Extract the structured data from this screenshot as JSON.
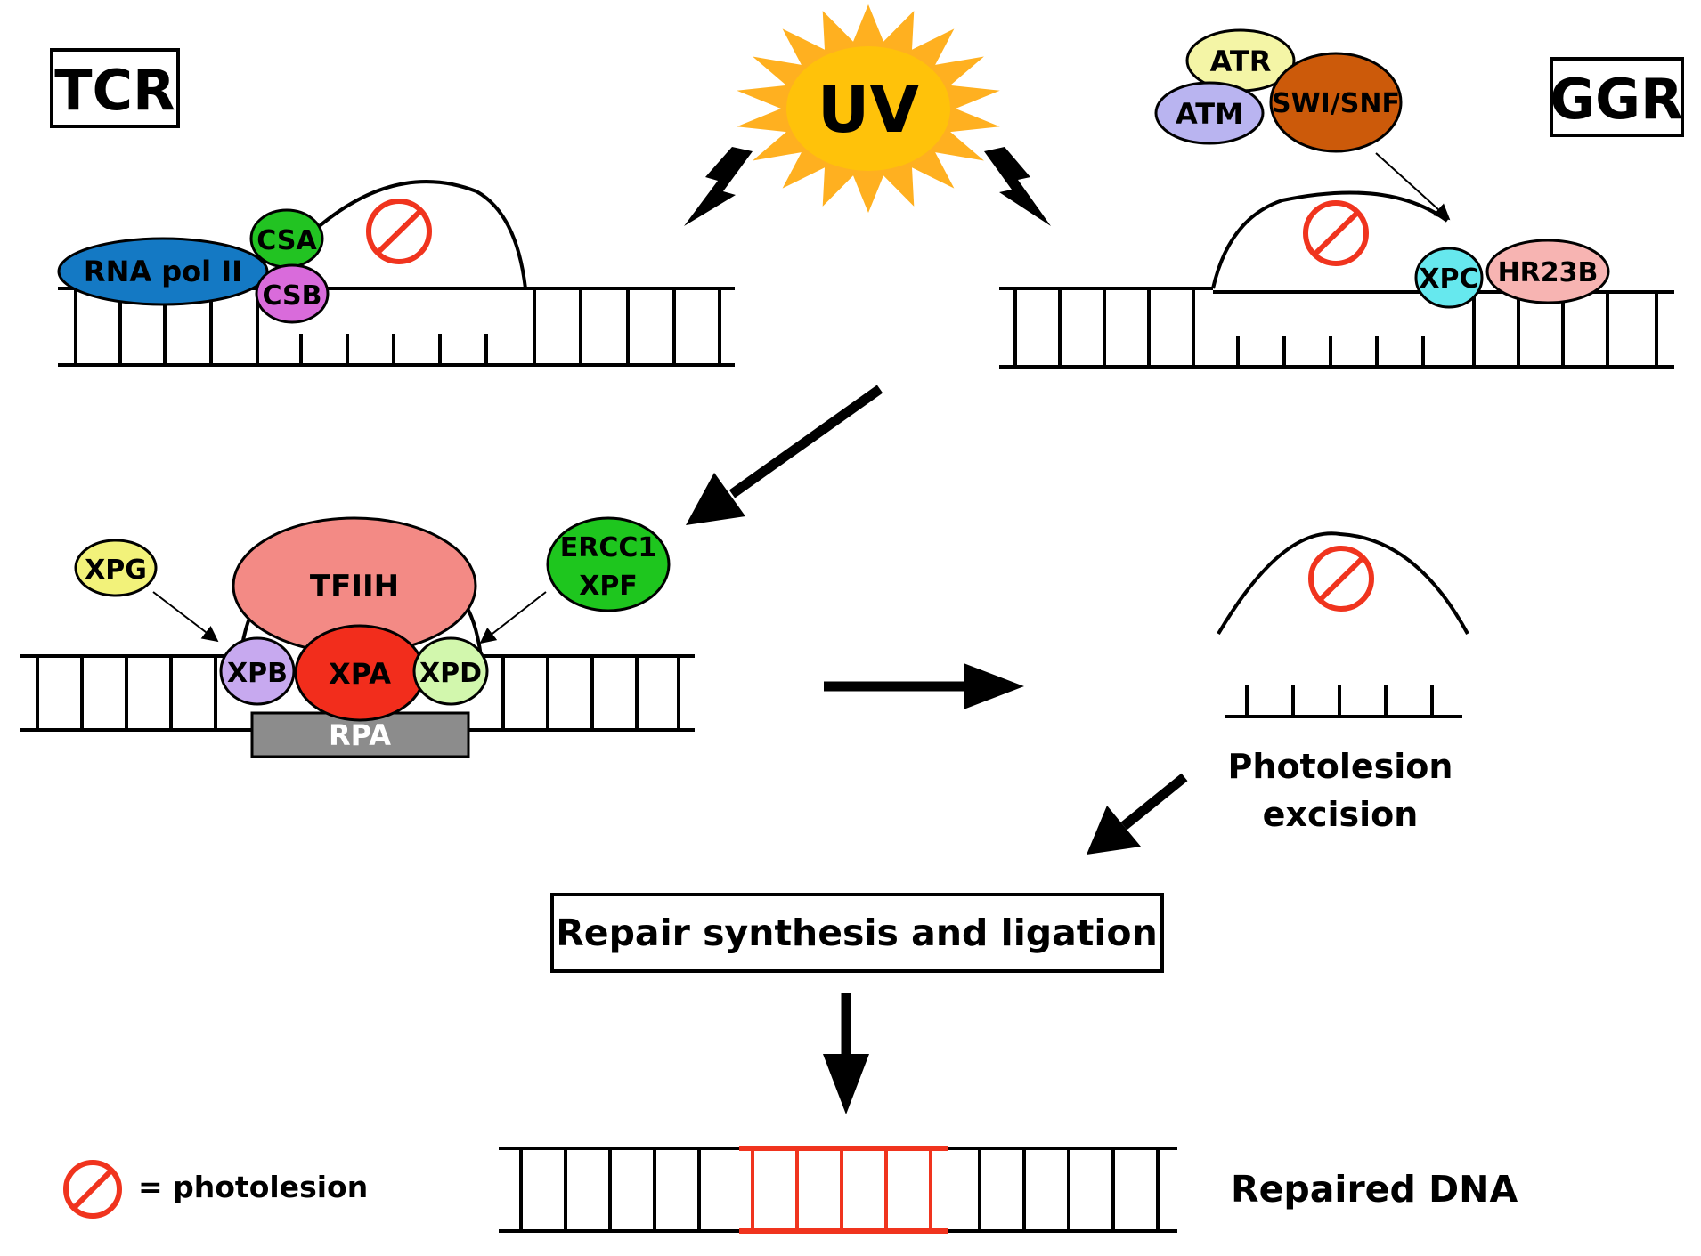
{
  "labels": {
    "tcr": "TCR",
    "ggr": "GGR",
    "uv": "UV",
    "rna_pol_ii": "RNA pol II",
    "csa": "CSA",
    "csb": "CSB",
    "atr": "ATR",
    "atm": "ATM",
    "swi_snf": "SWI/SNF",
    "xpc": "XPC",
    "hr23b": "HR23B",
    "xpg": "XPG",
    "tfiih": "TFIIH",
    "ercc1": "ERCC1",
    "xpf": "XPF",
    "xpb": "XPB",
    "xpa": "XPA",
    "xpd": "XPD",
    "rpa": "RPA",
    "photolesion_excision_line1": "Photolesion",
    "photolesion_excision_line2": "excision",
    "repair_synthesis": "Repair synthesis and ligation",
    "repaired_dna": "Repaired DNA",
    "legend_text": "= photolesion"
  },
  "colors": {
    "rna_pol_ii": "#1479c4",
    "csa": "#22c322",
    "csb": "#d96bdb",
    "atr": "#f4f5a6",
    "atm": "#b9b4f0",
    "swi_snf": "#cc5a0a",
    "xpc": "#66e8ee",
    "hr23b": "#f7b4b2",
    "xpg": "#f2f27a",
    "tfiih": "#f38a85",
    "ercc1_xpf": "#1ec61e",
    "xpb": "#c7a9ef",
    "xpa": "#f22d1c",
    "xpd": "#d2f7ad",
    "rpa": "#8c8c8c",
    "sun": "#ffc20a",
    "sun_rays": "#ffb020",
    "lesion": "#f0341e",
    "repaired_patch": "#f0341e"
  },
  "icons": {
    "lesion_symbol": "prohibition-icon",
    "uv_bolt": "lightning-bolt-icon"
  }
}
